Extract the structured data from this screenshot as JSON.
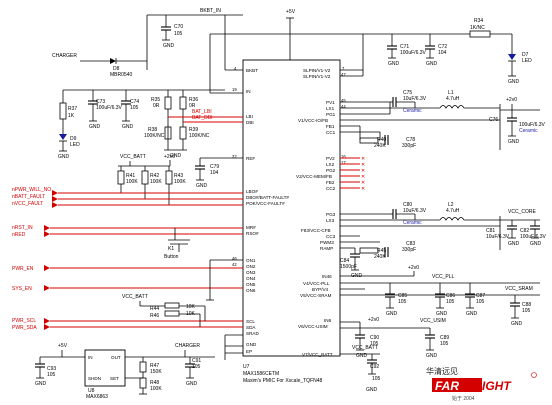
{
  "nets": {
    "bkbt_in": "BKBT_IN",
    "charger": "CHARGER",
    "charger2": "CHARGER",
    "vcc_batt_top": "VCC_BATT",
    "vcc_batt_mid": "VCC_BATT",
    "vcc_batt_right": "VCC_BATT",
    "vcc_core": "VCC_CORE",
    "vcc_pll": "VCC_PLL",
    "vcc_sram": "VCC_SRAM",
    "vcc_usim": "VCC_USIM",
    "bat_lbi": "BAT_LBI",
    "bat_dbi": "BAT_DBI",
    "p5v": "+5V",
    "p5v_b": "+5V",
    "p2v": "+2v0",
    "p2v_b": "+2v0",
    "p2v_c": "+2v0",
    "p2v_d": "+2v0",
    "gnd": "GND"
  },
  "signals": [
    "nPWR_WILL_NO",
    "nBATT_FAULT",
    "nVCC_FAULT",
    "nRST_IN",
    "nRED",
    "PWR_EN",
    "SYS_EN",
    "PWR_SCL",
    "PWR_SDA"
  ],
  "ic": {
    "ref": "U7",
    "part": "MAX1586CETM",
    "caption": "Maxim's PMIC For Xscale_TQFN48",
    "left_pins": [
      {
        "num": "4",
        "name": "BKBT"
      },
      {
        "num": "19",
        "name": "IN"
      },
      {
        "num": "",
        "name": "LBI"
      },
      {
        "num": "",
        "name": "DBI"
      },
      {
        "num": "22",
        "name": "REF"
      },
      {
        "num": "",
        "name": "LBO#"
      },
      {
        "num": "",
        "name": "DBO#/BATT-FAULT#"
      },
      {
        "num": "",
        "name": "POK/VCC-FAULT#"
      },
      {
        "num": "",
        "name": "MR#"
      },
      {
        "num": "",
        "name": "RSO#"
      },
      {
        "num": "46",
        "name": "ON1"
      },
      {
        "num": "42",
        "name": "ON2"
      },
      {
        "num": "",
        "name": "ON3"
      },
      {
        "num": "",
        "name": "ON4"
      },
      {
        "num": "",
        "name": "ON5"
      },
      {
        "num": "",
        "name": "ON6"
      },
      {
        "num": "",
        "name": "SCL"
      },
      {
        "num": "",
        "name": "SDA"
      },
      {
        "num": "",
        "name": "SRAD"
      },
      {
        "num": "",
        "name": "GND"
      },
      {
        "num": "",
        "name": "EP"
      }
    ],
    "right_pins": [
      {
        "num": "7",
        "name": "SLPIN/V1-V2"
      },
      {
        "num": "47",
        "name": "SLPIN/V1-V2"
      },
      {
        "num": "45",
        "name": "PV1"
      },
      {
        "num": "44",
        "name": "LX1"
      },
      {
        "num": "",
        "name": "PG1"
      },
      {
        "num": "",
        "name": "V1/VCC-IO/FB"
      },
      {
        "num": "",
        "name": "FB1"
      },
      {
        "num": "",
        "name": "CC1"
      },
      {
        "num": "16",
        "name": "PV2"
      },
      {
        "num": "17",
        "name": "LX2"
      },
      {
        "num": "",
        "name": "PG2"
      },
      {
        "num": "",
        "name": "V2/VCC-MEM/FB"
      },
      {
        "num": "",
        "name": "FB2"
      },
      {
        "num": "",
        "name": "CC2"
      },
      {
        "num": "",
        "name": "PG3"
      },
      {
        "num": "",
        "name": "LX3"
      },
      {
        "num": "",
        "name": "F83/VCC-CFB"
      },
      {
        "num": "",
        "name": "CC3"
      },
      {
        "num": "",
        "name": "PWM3"
      },
      {
        "num": "",
        "name": "RAMP"
      },
      {
        "num": "",
        "name": "IN46"
      },
      {
        "num": "",
        "name": "V4/VCC-PLL"
      },
      {
        "num": "",
        "name": "BYP/V4"
      },
      {
        "num": "",
        "name": "V5/VCC-SRAM"
      },
      {
        "num": "",
        "name": "IN6"
      },
      {
        "num": "",
        "name": "V6/VCC-USIM"
      },
      {
        "num": "",
        "name": "V7/VCC_BATT"
      }
    ]
  },
  "components": {
    "C70": [
      "C70",
      "105"
    ],
    "D8": [
      "D8",
      "MBR0540"
    ],
    "C71": [
      "C71",
      "100uF/6.3V"
    ],
    "C72": [
      "C72",
      "104"
    ],
    "R34": [
      "R34",
      "1K/NC"
    ],
    "D7": [
      "D7",
      "LED"
    ],
    "R37": [
      "R37",
      "1K"
    ],
    "D9": [
      "D9",
      "LED"
    ],
    "C73": [
      "C73",
      "100uF/6.3V"
    ],
    "C74": [
      "C74",
      "105"
    ],
    "R35": [
      "R35",
      "0R"
    ],
    "R36": [
      "R36",
      "0R"
    ],
    "R38": [
      "R38",
      "100K/NC"
    ],
    "R39": [
      "R39",
      "100K/NC"
    ],
    "C79": [
      "C79",
      "104"
    ],
    "R41": [
      "R41",
      "100K"
    ],
    "R42": [
      "R42",
      "100K"
    ],
    "R43": [
      "R43",
      "100K"
    ],
    "K1": [
      "K1",
      "Button"
    ],
    "R44": [
      "R44",
      "10K"
    ],
    "R46": [
      "R46",
      "10K"
    ],
    "R47": [
      "R47",
      "150K"
    ],
    "R48": [
      "R48",
      "100K"
    ],
    "C91": [
      "C91",
      "105"
    ],
    "C93": [
      "C93",
      "105"
    ],
    "C75": [
      "C75",
      "10uF/6.3V",
      "Ceramic"
    ],
    "L1": [
      "L1",
      "4.7uH"
    ],
    "C76": [
      "C76",
      "100uF/6.3V",
      "Ceramic"
    ],
    "R40": [
      "R40",
      "240K"
    ],
    "C78": [
      "C78",
      "330pF"
    ],
    "C80": [
      "C80",
      "10uF/6.3V",
      "Ceramic"
    ],
    "L2": [
      "L2",
      "4.7uH"
    ],
    "C81": [
      "C81",
      "10uF/6.3V"
    ],
    "C82": [
      "C82",
      "100uF/6.3V"
    ],
    "C83": [
      "C83",
      "330pF"
    ],
    "R45": [
      "R45",
      "240K"
    ],
    "C84": [
      "C84",
      "1500pF"
    ],
    "C85": [
      "C85",
      "105"
    ],
    "C86": [
      "C86",
      "105"
    ],
    "C87": [
      "C87",
      "105"
    ],
    "C88": [
      "C88",
      "105"
    ],
    "C89": [
      "C89",
      "105"
    ],
    "C90": [
      "C90",
      "105"
    ],
    "C92": [
      "C92",
      "105"
    ]
  },
  "regulator": {
    "ref": "U8",
    "part": "MAX6863",
    "pins": [
      "IN",
      "OUT",
      "SET",
      "SHDN"
    ]
  },
  "logo": {
    "chinese": "华清远见",
    "brand_left": "FAR",
    "brand_right": "IGHT",
    "tagline": "始于 2004"
  },
  "colors": {
    "wire": "#000000",
    "bus": "#d40000",
    "text": "#000000",
    "brand": "#d40000"
  }
}
